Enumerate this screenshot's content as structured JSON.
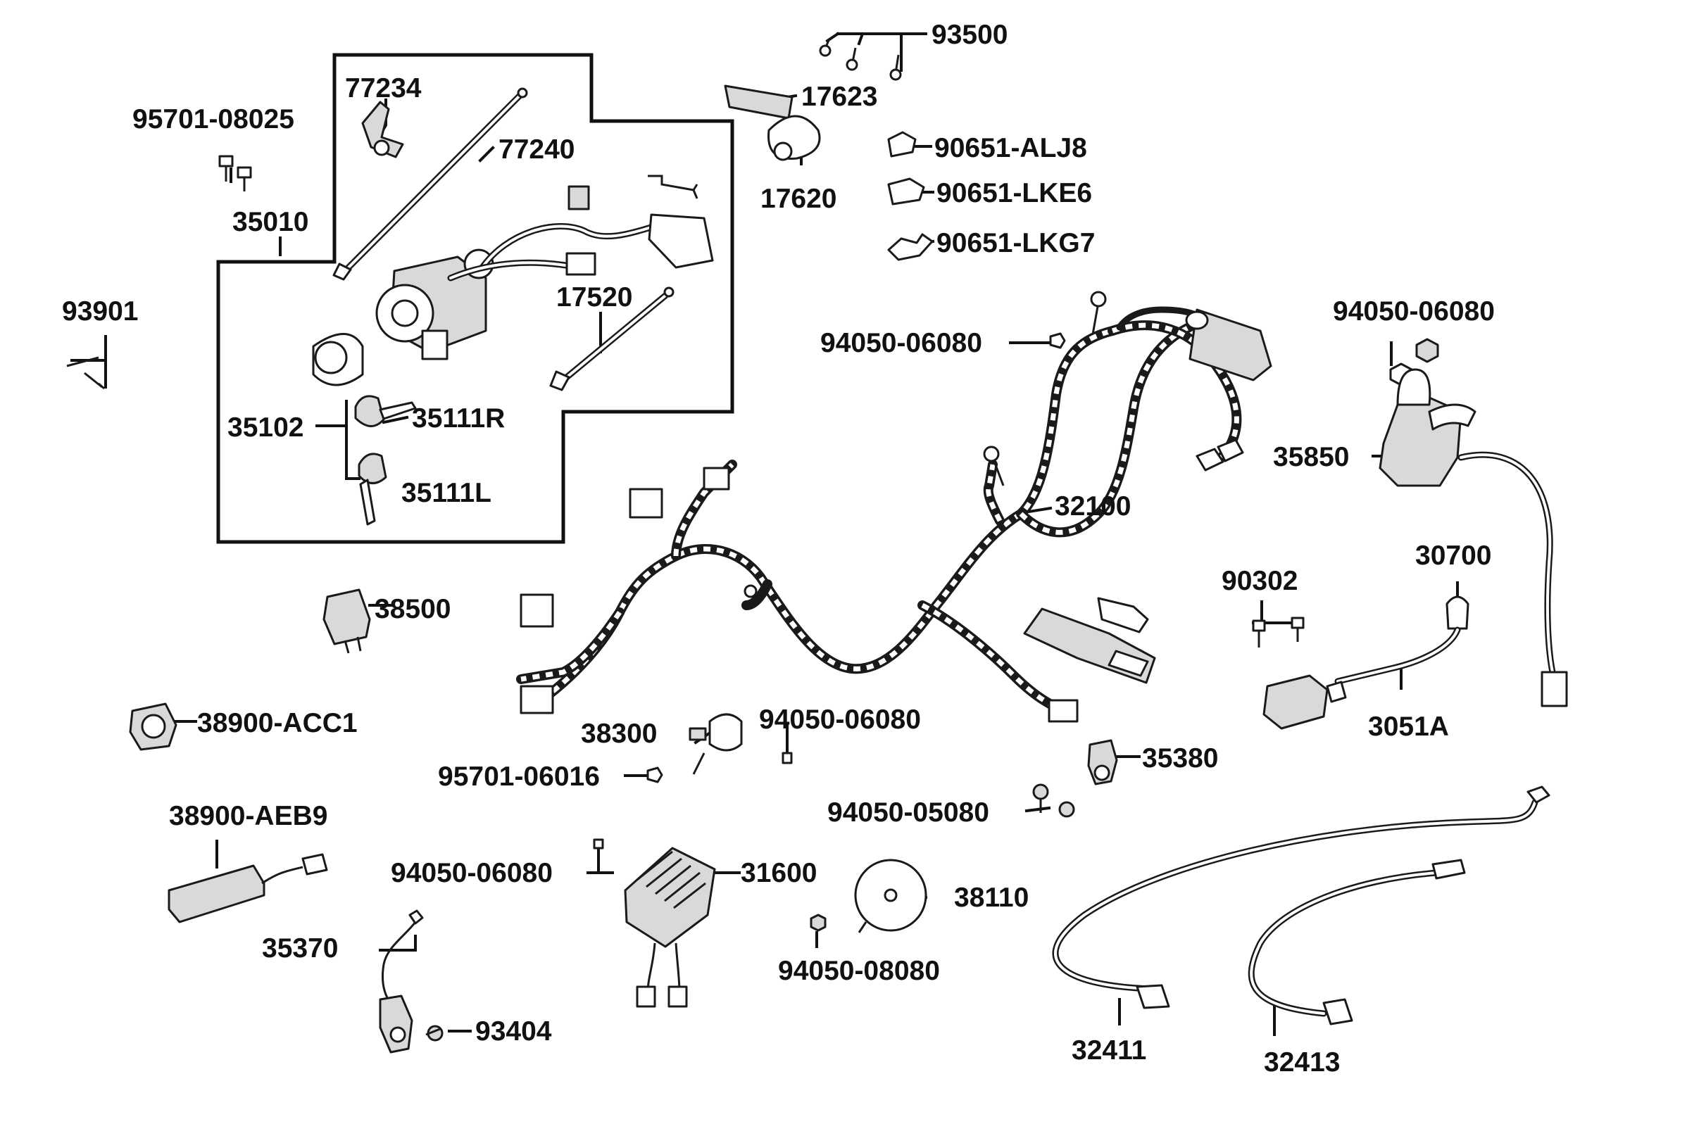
{
  "labels": {
    "p93500": "93500",
    "p17623": "17623",
    "p17620": "17620",
    "p90651_alj8": "90651-ALJ8",
    "p90651_lke6": "90651-LKE6",
    "p90651_lkg7": "90651-LKG7",
    "p77234": "77234",
    "p77240": "77240",
    "p95701_08025": "95701-08025",
    "p35010": "35010",
    "p93901": "93901",
    "p17520": "17520",
    "p35102": "35102",
    "p35111R": "35111R",
    "p35111L": "35111L",
    "p94050_06080_a": "94050-06080",
    "p94050_06080_b": "94050-06080",
    "p35850": "35850",
    "p32100": "32100",
    "p90302": "90302",
    "p30700": "30700",
    "p3051A": "3051A",
    "p38500": "38500",
    "p38900_acc1": "38900-ACC1",
    "p38300": "38300",
    "p94050_06080_c": "94050-06080",
    "p95701_06016": "95701-06016",
    "p35380": "35380",
    "p94050_05080": "94050-05080",
    "p38900_aeb9": "38900-AEB9",
    "p94050_06080_d": "94050-06080",
    "p31600": "31600",
    "p38110": "38110",
    "p35370": "35370",
    "p94050_08080": "94050-08080",
    "p93404": "93404",
    "p32411": "32411",
    "p32413": "32413"
  }
}
